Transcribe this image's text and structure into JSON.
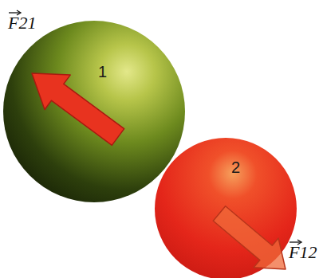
{
  "diagram": {
    "nodes": [
      {
        "text": [
          "1"
        ]
      },
      {
        "text": [
          "2"
        ]
      }
    ],
    "labels": [
      "F21",
      "F12"
    ]
  }
}
